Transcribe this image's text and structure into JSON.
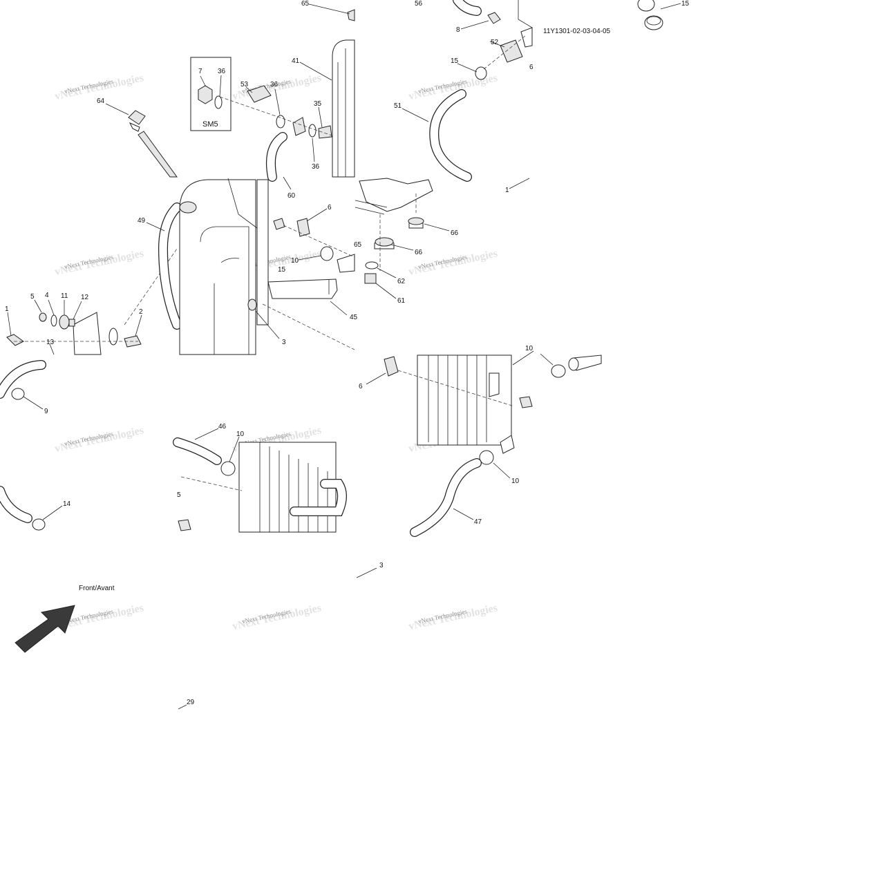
{
  "diagram": {
    "code": "11Y1301-02-03-04-05",
    "direction_label": "Front/Avant",
    "sm_box_label": "SM5",
    "watermark": "vNext Technologies",
    "callouts": [
      "65",
      "56",
      "15",
      "8",
      "52",
      "6",
      "41",
      "7",
      "36",
      "53",
      "36",
      "64",
      "35",
      "36",
      "15",
      "51",
      "60",
      "6",
      "1",
      "49",
      "66",
      "66",
      "10",
      "65",
      "15",
      "62",
      "61",
      "5",
      "4",
      "11",
      "12",
      "2",
      "1",
      "3",
      "45",
      "13",
      "10",
      "6",
      "9",
      "46",
      "10",
      "14",
      "5",
      "10",
      "47",
      "3",
      "29"
    ]
  }
}
